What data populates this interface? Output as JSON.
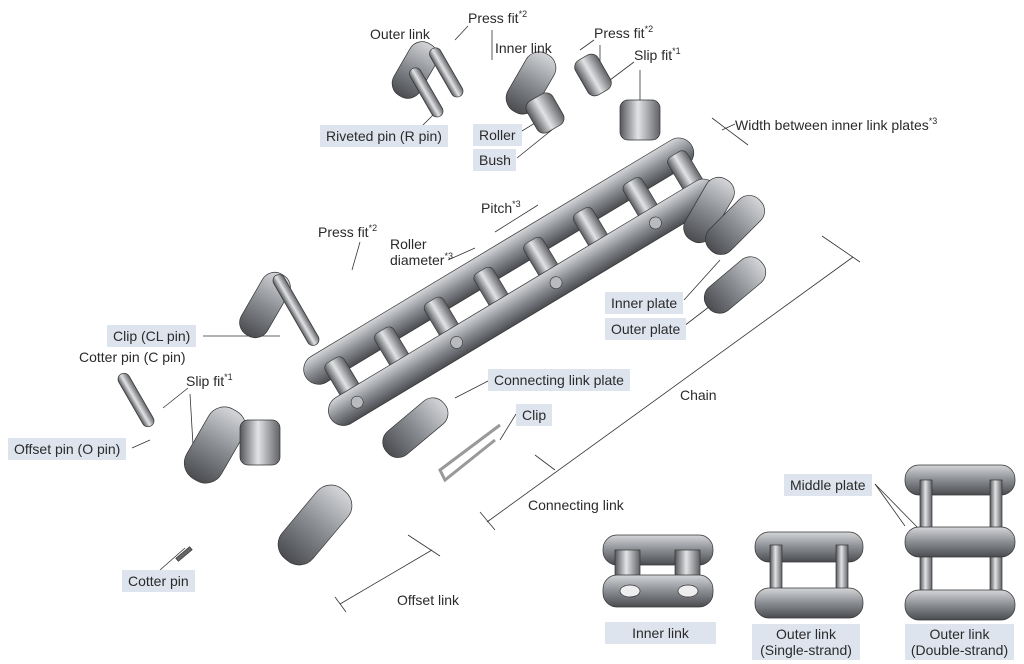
{
  "labels": {
    "outer_link": "Outer link",
    "press_fit_a": {
      "text": "Press fit",
      "note": "*2"
    },
    "inner_link": "Inner link",
    "press_fit_b": {
      "text": "Press fit",
      "note": "*2"
    },
    "slip_fit_a": {
      "text": "Slip fit",
      "note": "*1"
    },
    "riveted_pin": "Riveted pin (R pin)",
    "roller": "Roller",
    "bush": "Bush",
    "width_between": {
      "text": "Width between inner link plates",
      "note": "*3"
    },
    "pitch": {
      "text": "Pitch",
      "note": "*3"
    },
    "press_fit_c": {
      "text": "Press fit",
      "note": "*2"
    },
    "roller_diameter": {
      "line1": "Roller",
      "line2": "diameter",
      "note": "*3"
    },
    "inner_plate": "Inner plate",
    "outer_plate": "Outer plate",
    "clip_cl_pin": "Clip (CL pin)",
    "cotter_pin_c": "Cotter pin (C pin)",
    "slip_fit_b": {
      "text": "Slip fit",
      "note": "*1"
    },
    "connecting_link_plate": "Connecting link plate",
    "chain": "Chain",
    "clip": "Clip",
    "offset_pin": "Offset pin (O pin)",
    "connecting_link": "Connecting link",
    "cotter_pin": "Cotter pin",
    "offset_link": "Offset link",
    "middle_plate": "Middle plate",
    "inner_link_photo": "Inner link",
    "outer_single": {
      "line1": "Outer link",
      "line2": "(Single-strand)"
    },
    "outer_double": {
      "line1": "Outer link",
      "line2": "(Double-strand)"
    }
  },
  "colors": {
    "label_bg": "#dde4ee",
    "metal": "#8a8d92"
  }
}
